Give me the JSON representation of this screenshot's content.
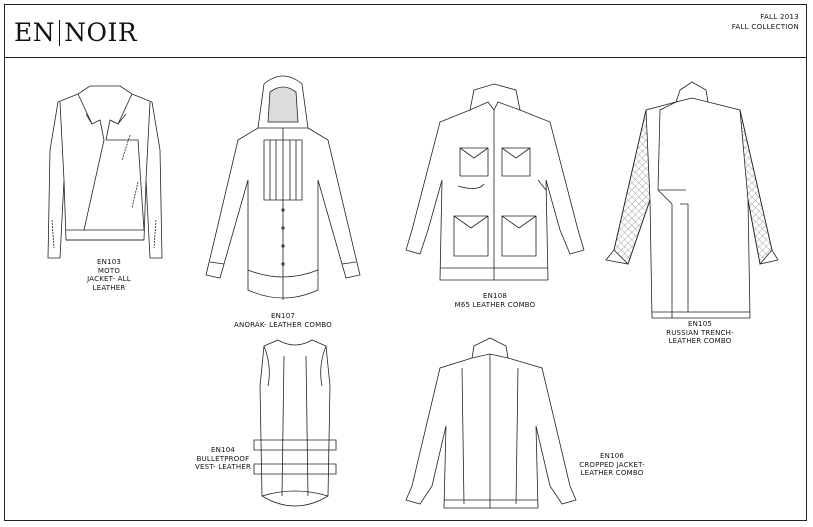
{
  "brand": {
    "left": "EN",
    "right": "NOIR"
  },
  "season": {
    "line1": "FALL 2013",
    "line2": "FALL COLLECTION"
  },
  "items": [
    {
      "code": "EN103",
      "name_lines": [
        "MOTO",
        "JACKET- ALL",
        "LEATHER"
      ]
    },
    {
      "code": "EN107",
      "name_lines": [
        "ANORAK- LEATHER COMBO"
      ]
    },
    {
      "code": "EN108",
      "name_lines": [
        "M65 LEATHER COMBO"
      ]
    },
    {
      "code": "EN105",
      "name_lines": [
        "RUSSIAN TRENCH-",
        "LEATHER COMBO"
      ]
    },
    {
      "code": "EN104",
      "name_lines": [
        "BULLETPROOF",
        "VEST- LEATHER"
      ]
    },
    {
      "code": "EN106",
      "name_lines": [
        "CROPPED JACKET-",
        "LEATHER COMBO"
      ]
    }
  ]
}
